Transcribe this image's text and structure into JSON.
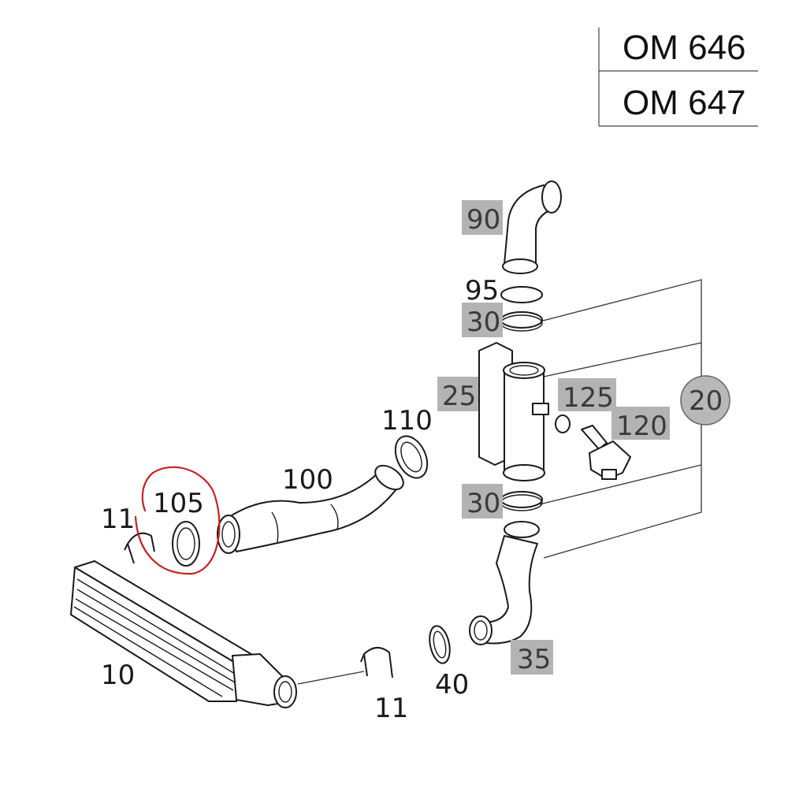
{
  "engine_codes": [
    "OM 646",
    "OM 647"
  ],
  "callouts": {
    "c10": "10",
    "c11a": "11",
    "c11b": "11",
    "c105": "105",
    "c100": "100",
    "c110": "110",
    "c90": "90",
    "c95": "95",
    "c30a": "30",
    "c25": "25",
    "c125": "125",
    "c120": "120",
    "c20": "20",
    "c30b": "30",
    "c35": "35",
    "c40": "40"
  },
  "colors": {
    "highlight": "#b3b3b3",
    "annotation_circle": "#cc1f1f"
  }
}
